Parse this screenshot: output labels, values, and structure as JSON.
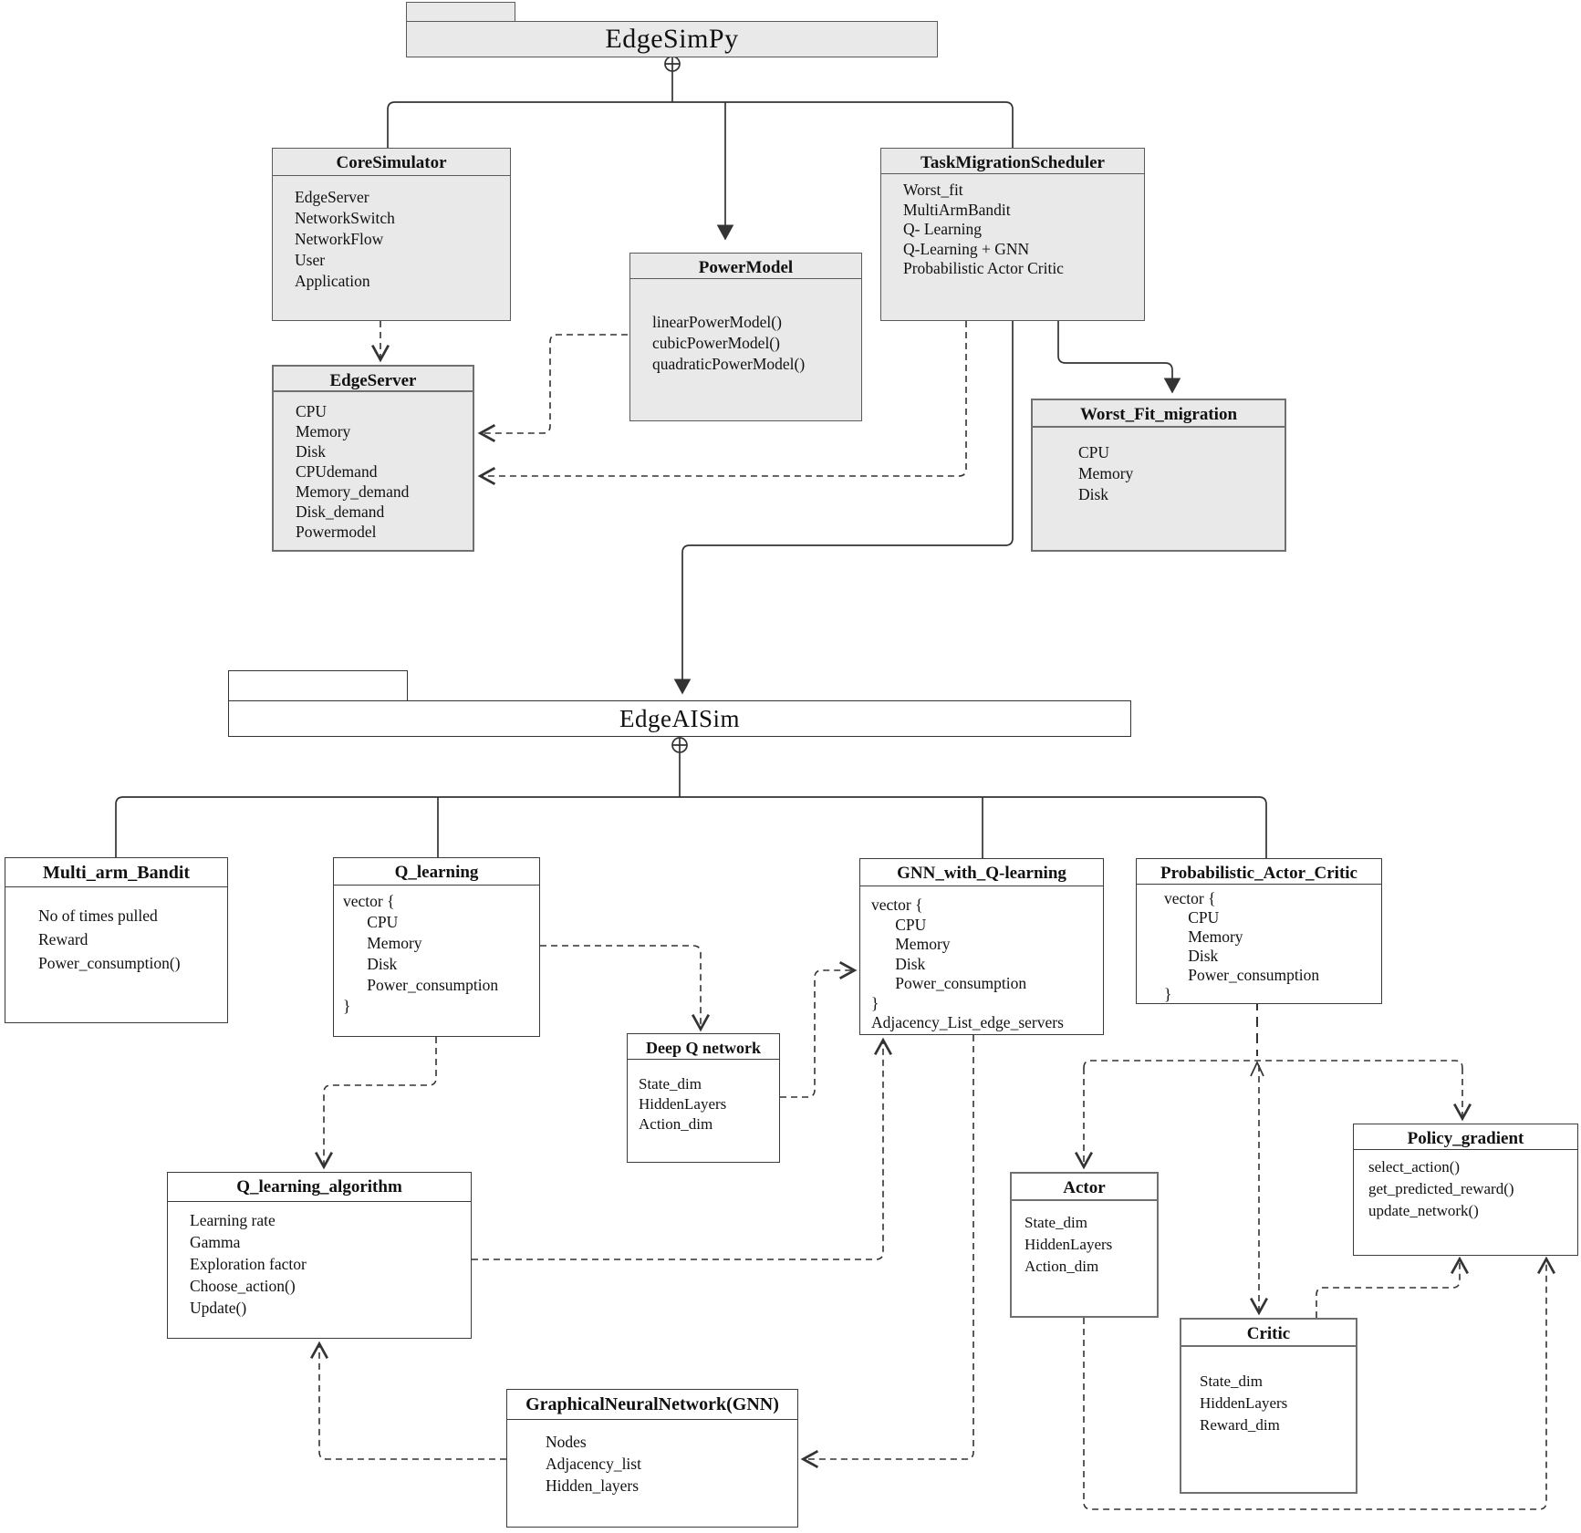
{
  "diagram_title": "EdgeSimPy / EdgeAISim UML class diagram",
  "colors": {
    "box_fill_gray": "#e9e9e9",
    "box_fill_white": "#ffffff",
    "line": "#333333",
    "text": "#111111"
  },
  "packages": {
    "edgesimpy": {
      "title": "EdgeSimPy"
    },
    "edgeaisim": {
      "title": "EdgeAISim"
    }
  },
  "classes": {
    "core_simulator": {
      "title": "CoreSimulator",
      "attrs": [
        "EdgeServer",
        "NetworkSwitch",
        "NetworkFlow",
        "User",
        "Application"
      ]
    },
    "power_model": {
      "title": "PowerModel",
      "attrs": [
        "linearPowerModel()",
        "cubicPowerModel()",
        "quadraticPowerModel()"
      ]
    },
    "task_migration_scheduler": {
      "title": "TaskMigrationScheduler",
      "attrs": [
        "Worst_fit",
        "MultiArmBandit",
        "Q- Learning",
        "Q-Learning + GNN",
        "Probabilistic Actor Critic"
      ]
    },
    "edge_server": {
      "title": "EdgeServer",
      "attrs": [
        "CPU",
        "Memory",
        "Disk",
        "CPUdemand",
        "Memory_demand",
        "Disk_demand",
        "Powermodel"
      ]
    },
    "worst_fit_migration": {
      "title": "Worst_Fit_migration",
      "attrs": [
        "CPU",
        "Memory",
        "Disk"
      ]
    },
    "multi_arm_bandit": {
      "title": "Multi_arm_Bandit",
      "attrs": [
        "No of times pulled",
        "Reward",
        "Power_consumption()"
      ]
    },
    "q_learning": {
      "title": "Q_learning",
      "attrs": [
        "vector {",
        "      CPU",
        "      Memory",
        "      Disk",
        "      Power_consumption",
        "}"
      ]
    },
    "gnn_with_q_learning": {
      "title": "GNN_with_Q-learning",
      "attrs": [
        "vector {",
        "      CPU",
        "      Memory",
        "      Disk",
        "      Power_consumption",
        "}",
        "Adjacency_List_edge_servers"
      ]
    },
    "probabilistic_actor_critic": {
      "title": "Probabilistic_Actor_Critic",
      "attrs": [
        "vector {",
        "      CPU",
        "      Memory",
        "      Disk",
        "      Power_consumption",
        "}"
      ]
    },
    "deep_q_network": {
      "title": "Deep Q network",
      "attrs": [
        "State_dim",
        "HiddenLayers",
        "Action_dim"
      ]
    },
    "q_learning_algorithm": {
      "title": "Q_learning_algorithm",
      "attrs": [
        "Learning rate",
        "Gamma",
        "Exploration factor",
        "Choose_action()",
        "Update()"
      ]
    },
    "actor": {
      "title": "Actor",
      "attrs": [
        "State_dim",
        "HiddenLayers",
        "Action_dim"
      ]
    },
    "policy_gradient": {
      "title": "Policy_gradient",
      "attrs": [
        "select_action()",
        "get_predicted_reward()",
        "update_network()"
      ]
    },
    "critic": {
      "title": "Critic",
      "attrs": [
        "State_dim",
        "HiddenLayers",
        "Reward_dim"
      ]
    },
    "graphical_neural_network": {
      "title": "GraphicalNeuralNetwork(GNN)",
      "attrs": [
        "Nodes",
        "Adjacency_list",
        "Hidden_layers"
      ]
    }
  }
}
